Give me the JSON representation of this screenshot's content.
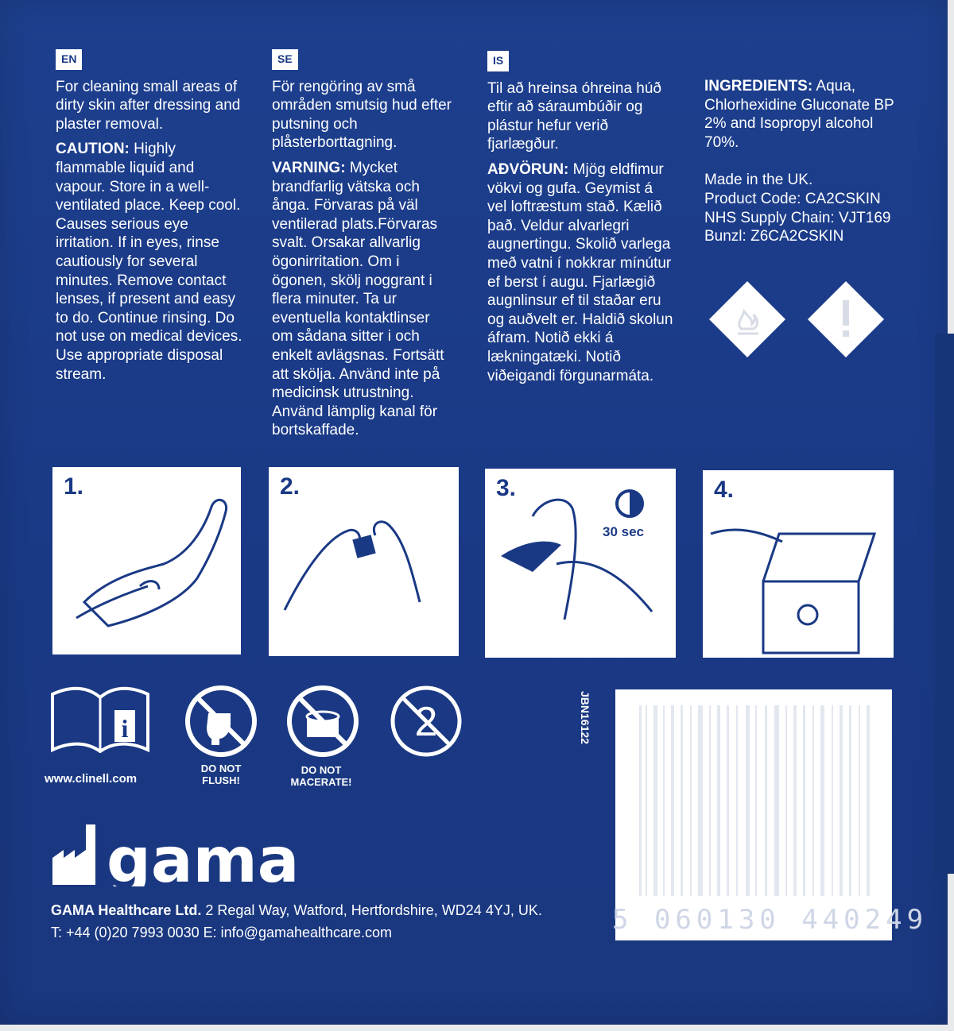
{
  "en": {
    "badge": "EN",
    "p1": "For cleaning small areas of dirty skin after dressing and plaster removal.",
    "caution_label": "CAUTION:",
    "caution_text": " Highly flammable liquid and vapour. Store in a well-ventilated place. Keep cool. Causes serious eye irritation. If in eyes, rinse cautiously for several minutes. Remove contact lenses, if present and easy to do. Continue rinsing. Do not use on medical devices. Use appropriate disposal stream."
  },
  "se": {
    "badge": "SE",
    "p1": "För rengöring av små områden smutsig hud efter putsning och plåsterborttagning.",
    "caution_label": "VARNING:",
    "caution_text": " Mycket brandfarlig vätska och ånga. Förvaras på väl ventilerad plats.Förvaras svalt. Orsakar allvarlig ögonirritation. Om i ögonen, skölj noggrant i flera minuter. Ta ur eventuella kontaktlinser om sådana sitter i och enkelt avlägsnas. Fortsätt att skölja. Använd inte på medicinsk utrustning. Använd lämplig kanal för bortskaffade."
  },
  "is": {
    "badge": "IS",
    "p1": "Til að hreinsa óhreina húð eftir að sáraumbúðir og plástur hefur verið fjarlægður.",
    "caution_label": "AÐVÖRUN:",
    "caution_text": " Mjög eldfimur vökvi og gufa. Geymist á vel loftræstum stað. Kælið það. Veldur alvarlegri augnertingu. Skolið varlega með vatni í nokkrar mínútur ef berst í augu. Fjarlægið augnlinsur ef til staðar eru og auðvelt er. Haldið skolun áfram. Notið ekki á lækningatæki. Notið viðeigandi förgunarmáta."
  },
  "info": {
    "ingredients_label": "INGREDIENTS:",
    "ingredients_text": " Aqua, Chlorhexidine Gluconate BP 2% and Isopropyl alcohol 70%.",
    "made_in": "Made in the UK.",
    "product_code": "Product Code: CA2CSKIN",
    "nhs": "NHS Supply Chain: VJT169",
    "bunzl": "Bunzl: Z6CA2CSKIN"
  },
  "steps": [
    {
      "num": "1."
    },
    {
      "num": "2."
    },
    {
      "num": "3.",
      "timer": "30 sec"
    },
    {
      "num": "4."
    }
  ],
  "symbols": {
    "url": "www.clinell.com",
    "no_flush": "DO NOT FLUSH!",
    "no_macerate": "DO NOT MACERATE!"
  },
  "brand": {
    "logo_text": "gama",
    "company": "GAMA Healthcare Ltd.",
    "address": " 2 Regal Way, Watford, Hertfordshire, WD24 4YJ, UK.",
    "contact": "T: +44 (0)20 7993 0030  E: info@gamahealthcare.com"
  },
  "barcode": {
    "vertical_code": "JBN16122",
    "digits": "5 060130 440249"
  },
  "colors": {
    "box_blue": "#1a3985",
    "panel_white": "#ffffff"
  }
}
